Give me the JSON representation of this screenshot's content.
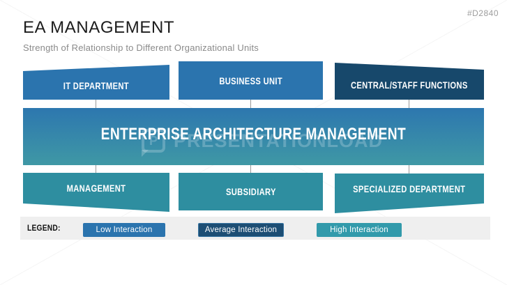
{
  "ref_code": "#D2840",
  "header": {
    "title": "EA MANAGEMENT",
    "subtitle": "Strength of Relationship to Different Organizational Units"
  },
  "diagram": {
    "top_row": [
      {
        "label": "IT DEPARTMENT",
        "interaction": "low"
      },
      {
        "label": "BUSINESS UNIT",
        "interaction": "low"
      },
      {
        "label": "CENTRAL/STAFF FUNCTIONS",
        "interaction": "average"
      }
    ],
    "center": {
      "label": "ENTERPRISE ARCHITECTURE MANAGEMENT"
    },
    "bottom_row": [
      {
        "label": "MANAGEMENT",
        "interaction": "high"
      },
      {
        "label": "SUBSIDIARY",
        "interaction": "high"
      },
      {
        "label": "SPECIALIZED DEPARTMENT",
        "interaction": "high"
      }
    ]
  },
  "legend": {
    "label": "LEGEND:",
    "items": [
      {
        "label": "Low Interaction",
        "color": "#2b74ae"
      },
      {
        "label": "Average Interaction",
        "color": "#1d4e74"
      },
      {
        "label": "High Interaction",
        "color": "#329aab"
      }
    ]
  },
  "watermark": {
    "logo_letter": "P",
    "text": "PRESENTATIONLOAD"
  },
  "colors": {
    "low_interaction": "#2b74ae",
    "average_interaction": "#17486b",
    "high_interaction": "#2e8ea0",
    "center_gradient_top": "#2d77af",
    "center_gradient_bottom": "#3f98a5",
    "legend_band": "#efefef",
    "connector_line": "#9a9a9a"
  }
}
